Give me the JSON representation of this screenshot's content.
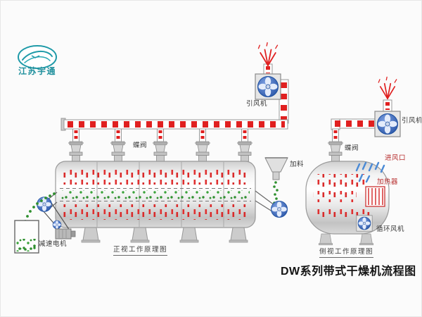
{
  "page": {
    "background": "#fbfbfb",
    "title": "DW系列带式干燥机流程图"
  },
  "logo": {
    "name": "江苏宇通",
    "brand_color": "#1e9aa8"
  },
  "machines": {
    "front_view_caption": "正视工作原理图",
    "side_view_caption": "侧视工作原理图"
  },
  "labels": {
    "valve_main": "蝶阀",
    "valve_side": "蝶阀",
    "fan_main": "引风机",
    "fan_side": "引风机",
    "feed": "加料",
    "gear_motor": "减速电机",
    "air_inlet": "进风口",
    "heater": "加热器",
    "circulation_fan": "循环风机"
  },
  "colors": {
    "pipe_dash_red": "#e02020",
    "fan_blue": "#2b62c4",
    "material_green": "#2e8f2e",
    "heater_red": "#cc3333",
    "label_dark": "#3a3a3a",
    "label_red": "#b83030"
  }
}
